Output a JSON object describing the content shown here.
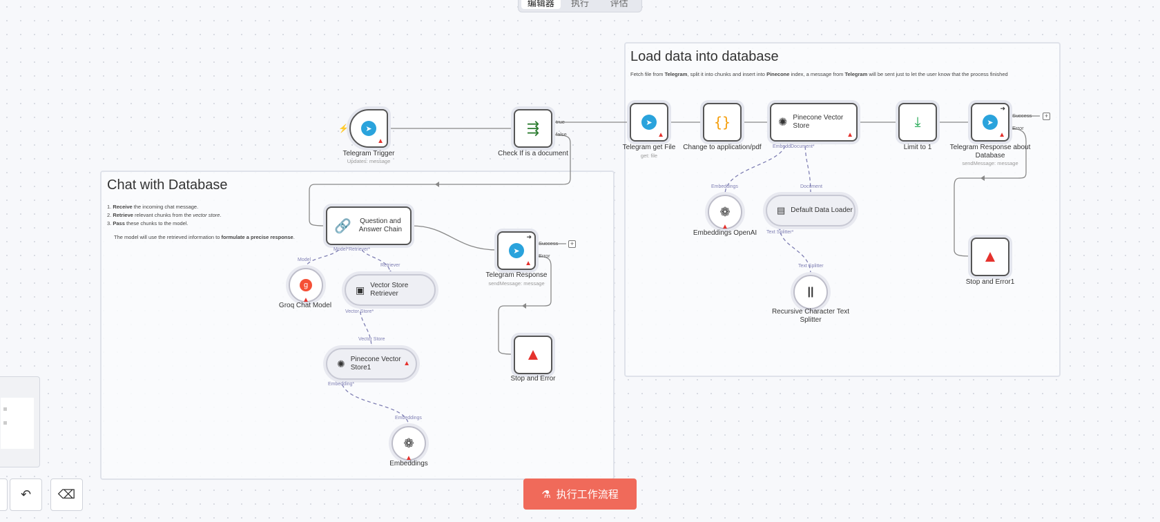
{
  "tabs": [
    "编辑器",
    "执行",
    "评估"
  ],
  "stickies": {
    "load": {
      "title": "Load data into database",
      "desc_parts": [
        "Fetch file from ",
        "Telegram",
        ", split it into chunks and insert into ",
        "Pinecone",
        " index, a message from ",
        "Telegram",
        " will be sent just to let the user know that the process finished"
      ]
    },
    "chat": {
      "title": "Chat with Database",
      "steps": [
        {
          "bold": "Receive",
          "rest": " the incoming chat message."
        },
        {
          "bold": "Retrieve",
          "rest_a": " relevant chunks from the ",
          "italic": "vector store",
          "rest_b": "."
        },
        {
          "bold": "Pass",
          "rest": " these chunks to the model."
        }
      ],
      "note_a": "The model will use the retrieved information to ",
      "note_b": "formulate a precise response",
      "note_c": "."
    }
  },
  "nodes": {
    "telegram_trigger": {
      "title": "Telegram Trigger",
      "subtitle": "Updates: message"
    },
    "check_doc": {
      "title": "Check If is a document",
      "out_true": "true",
      "out_false": "false"
    },
    "tg_get_file": {
      "title": "Telegram get File",
      "subtitle": "get: file"
    },
    "change_pdf": {
      "title": "Change to application/pdf"
    },
    "pinecone_store": {
      "label": "Pinecone Vector Store",
      "in_a": "Embeddi",
      "in_b": "Document*"
    },
    "limit": {
      "title": "Limit to 1"
    },
    "tg_resp_db": {
      "title": "Telegram Response about Database",
      "subtitle": "sendMessage: message",
      "out_success": "Success",
      "out_error": "Error"
    },
    "stop_error1": {
      "title": "Stop and Error1"
    },
    "emb_openai": {
      "title": "Embeddings OpenAI",
      "port": "Embeddings"
    },
    "default_loader": {
      "label": "Default Data Loader",
      "port_top": "Document",
      "port_bottom": "Text Splitter*"
    },
    "recursive": {
      "title": "Recursive Character Text Splitter",
      "port": "Text Splitter"
    },
    "qa_chain": {
      "label": "Question and Answer Chain",
      "port_model": "Model*",
      "port_retriever": "Retriever*"
    },
    "groq": {
      "title": "Groq Chat Model",
      "port": "Model"
    },
    "vs_retriever": {
      "label": "Vector Store Retriever",
      "port_top": "Retriever",
      "port_bottom": "Vector Store*"
    },
    "pinecone1": {
      "label": "Pinecone Vector Store1",
      "port_top": "Vector Store",
      "port_bottom": "Embedding*"
    },
    "embeddings": {
      "title": "Embeddings",
      "port": "Embeddings"
    },
    "tg_resp": {
      "title": "Telegram Response",
      "subtitle": "sendMessage: message",
      "out_success": "Success",
      "out_error": "Error"
    },
    "stop_error": {
      "title": "Stop and Error"
    }
  },
  "run_button": "执行工作流程",
  "colors": {
    "accent": "#f06a5a",
    "warning": "#e5322d",
    "telegram": "#2aa3dc",
    "subnode_edge": "#7f7fb3"
  }
}
